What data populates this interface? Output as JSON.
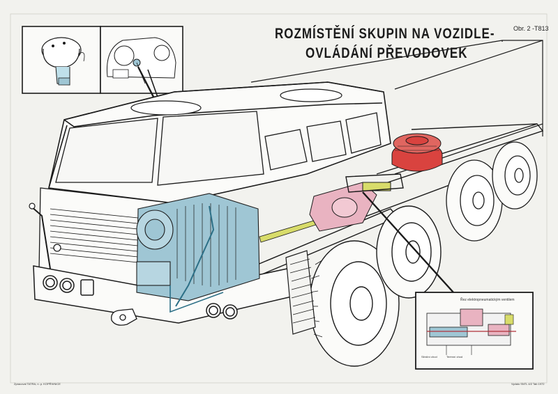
{
  "title": {
    "line1": "ROZMÍSTĚNÍ SKUPIN NA VOZIDLE-",
    "line2": "OVLÁDÁNÍ PŘEVODOVEK"
  },
  "figure_ref": "Obr. 2 -T813",
  "inset": {
    "title": "Řez elektropneumatickým ventilem",
    "label_left": "Silniční chod",
    "label_right": "Terénní chod"
  },
  "footer": {
    "left": "Zpracoval TATRA, n. p. KOPŘIVNICE",
    "right": "Vydalo SNTL 4/2 Tab 1972"
  },
  "colors": {
    "paper": "#f2f2ee",
    "engine_blue": "#9fc6d4",
    "aircleaner_red": "#d9433f",
    "gearbox_pink": "#e9b3c1",
    "shaft_yellow": "#d8dc6a",
    "ink": "#1b1b1b"
  }
}
